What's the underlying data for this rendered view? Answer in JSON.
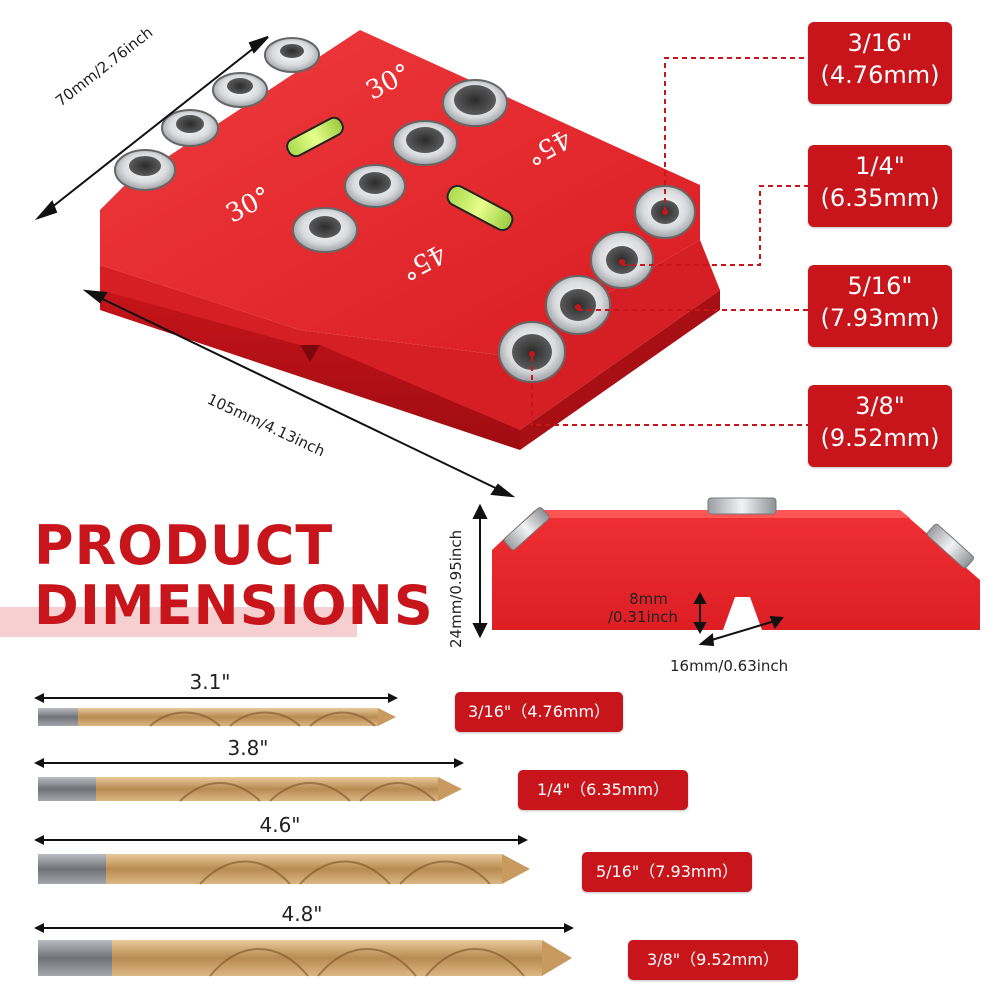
{
  "headline": {
    "line1": "PRODUCT",
    "line2": "DIMENSIONS"
  },
  "dimensions": {
    "width": "70mm/2.76inch",
    "length": "105mm/4.13inch",
    "height": "24mm/0.95inch",
    "groove_depth_line1": "8mm",
    "groove_depth_line2": "/0.31inch",
    "groove_width": "16mm/0.63inch"
  },
  "jig_markings": {
    "angle_30_a": "30°",
    "angle_30_b": "30°",
    "angle_45_a": "45°",
    "angle_45_b": "45°"
  },
  "callouts": [
    {
      "size": "3/16\"",
      "metric": "(4.76mm)"
    },
    {
      "size": "1/4\"",
      "metric": "(6.35mm)"
    },
    {
      "size": "5/16\"",
      "metric": "(7.93mm)"
    },
    {
      "size": "3/8\"",
      "metric": "(9.52mm)"
    }
  ],
  "drill_bits": [
    {
      "length": "3.1\"",
      "label": "3/16\"（4.76mm）"
    },
    {
      "length": "3.8\"",
      "label": "1/4\"（6.35mm）"
    },
    {
      "length": "4.6\"",
      "label": "5/16\"（7.93mm）"
    },
    {
      "length": "4.8\"",
      "label": "3/8\"（9.52mm）"
    }
  ],
  "colors": {
    "brand_red": "#c8151b",
    "jig_red": "#e0262b",
    "bit_gold": "#c9a06a",
    "shank_gray": "#8a8d92"
  }
}
